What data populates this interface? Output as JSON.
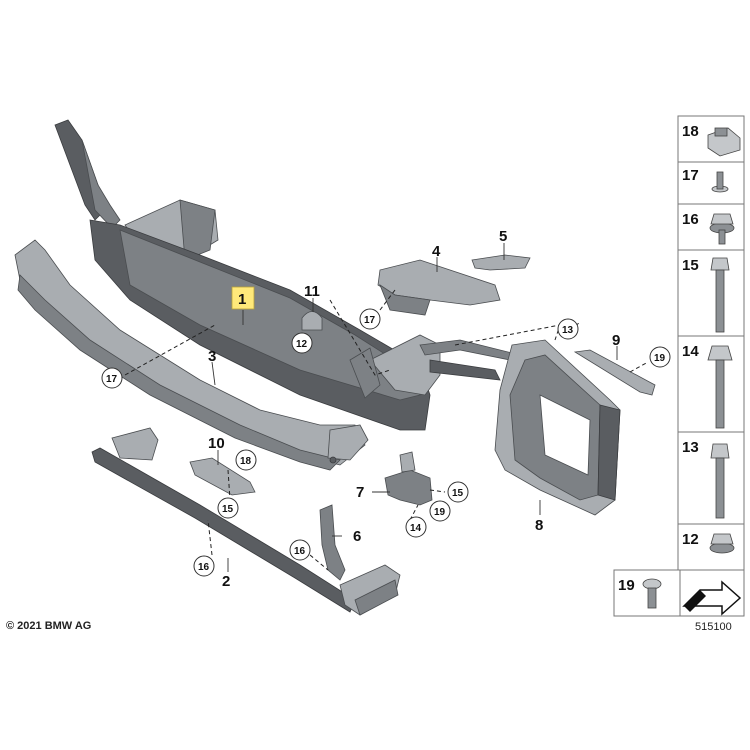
{
  "callouts": {
    "p1": "1",
    "p2": "2",
    "p3": "3",
    "p4": "4",
    "p5": "5",
    "p6": "6",
    "p7": "7",
    "p8": "8",
    "p9": "9",
    "p10": "10",
    "p11": "11",
    "c12": "12",
    "c13": "13",
    "c14": "14",
    "c15a": "15",
    "c15b": "15",
    "c16a": "16",
    "c16b": "16",
    "c17a": "17",
    "c17b": "17",
    "c18": "18",
    "c19a": "19",
    "c19b": "19"
  },
  "hardware_list": [
    "18",
    "17",
    "16",
    "15",
    "14",
    "13",
    "12",
    "19"
  ],
  "copyright": "© 2021 BMW AG",
  "diagram_number": "515100",
  "colors": {
    "highlight": "#ffe97a",
    "part": "#7d8185",
    "part_dark": "#5a5d61"
  }
}
